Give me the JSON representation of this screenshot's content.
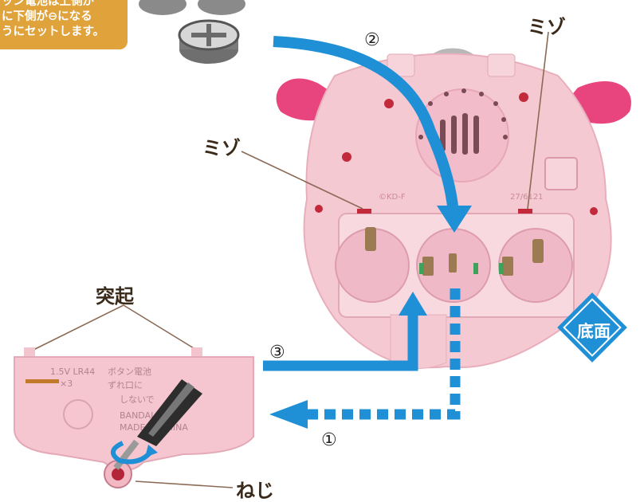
{
  "instructions": {
    "line1": "ッン電池は上側が",
    "line2": "に下側が⊖になる",
    "line3": "うにセットします。"
  },
  "labels": {
    "groove_top": "ミゾ",
    "groove_left": "ミゾ",
    "protrusion": "突起",
    "screw": "ねじ",
    "bottom_badge": "底面"
  },
  "steps": {
    "step1": "①",
    "step2": "②",
    "step3": "③"
  },
  "device_markings": {
    "body_code": "©KD-F",
    "body_number": "27/6121",
    "cover_line1": "1.5V LR44",
    "cover_line2": "×3",
    "cover_warn1": "ボタン電池",
    "cover_warn2": "ずれ口に",
    "cover_warn3": "しないで",
    "cover_brand1": "BANDAI",
    "cover_brand2": "MADE IN CHINA"
  },
  "colors": {
    "note_bg": "#e0a23a",
    "arrow_blue": "#1f8fd6",
    "badge_blue": "#1f8fd6",
    "device_pink": "#f5c9d2",
    "horn_pink": "#e8457f"
  }
}
